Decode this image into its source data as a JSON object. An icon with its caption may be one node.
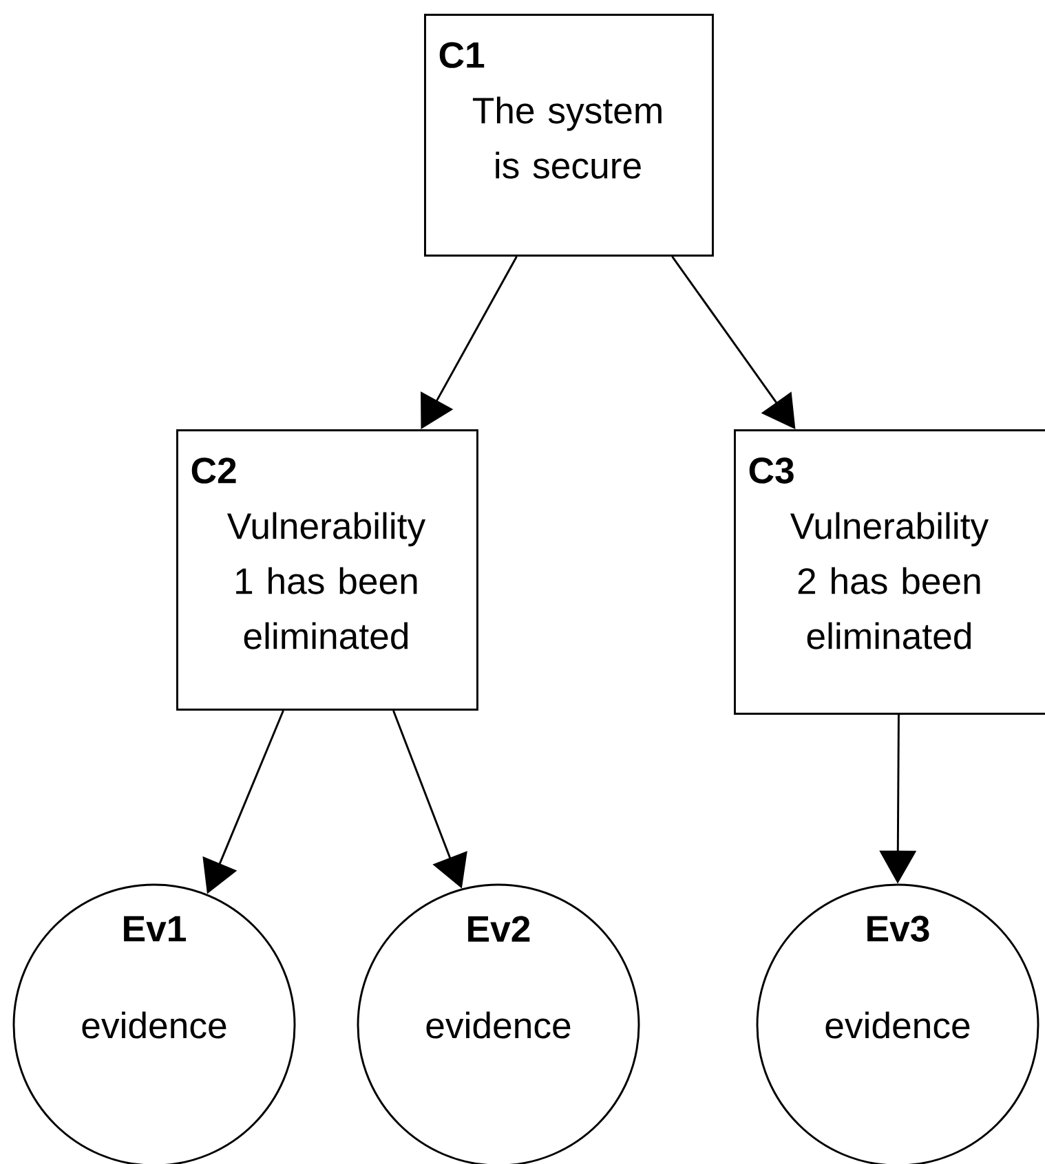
{
  "diagram": {
    "nodes": [
      {
        "text": [
          "C1",
          "The system is secure"
        ]
      },
      {
        "text": [
          "C2",
          "Vulnerability 1 has been eliminated"
        ]
      },
      {
        "text": [
          "C3",
          "Vulnerability 2 has been eliminated"
        ]
      },
      {
        "text": [
          "Ev1",
          "evidence"
        ]
      },
      {
        "text": [
          "Ev2",
          "evidence"
        ]
      },
      {
        "text": [
          "Ev3",
          "evidence"
        ]
      }
    ],
    "edges": [
      {
        "from": 0,
        "to": 1,
        "arrow": "to"
      },
      {
        "from": 0,
        "to": 2,
        "arrow": "to"
      },
      {
        "from": 1,
        "to": 3,
        "arrow": "to"
      },
      {
        "from": 1,
        "to": 4,
        "arrow": "to"
      },
      {
        "from": 2,
        "to": 5,
        "arrow": "to"
      }
    ]
  }
}
